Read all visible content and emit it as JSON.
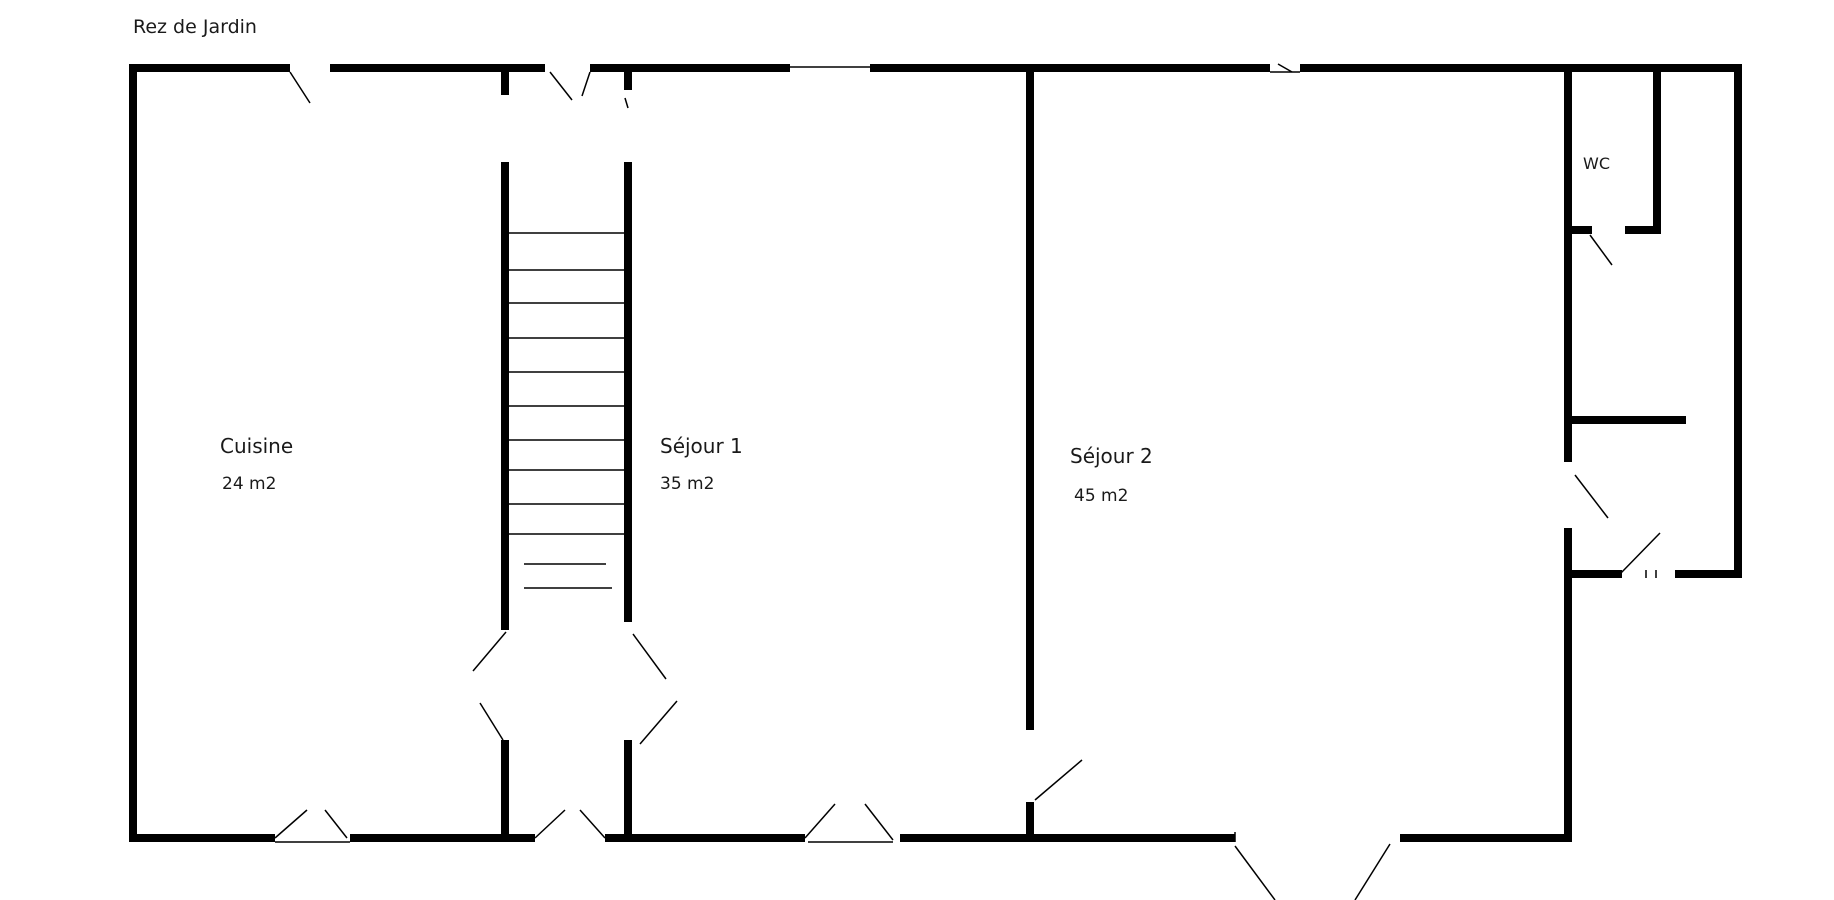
{
  "plan": {
    "title": "Rez de Jardin",
    "rooms": {
      "cuisine": {
        "name": "Cuisine",
        "area": "24 m2"
      },
      "sejour1": {
        "name": "Séjour 1",
        "area": "35 m2"
      },
      "sejour2": {
        "name": "Séjour 2",
        "area": "45 m2"
      },
      "wc": {
        "name": "WC"
      }
    },
    "colors": {
      "wall": "#000000",
      "background": "#ffffff"
    }
  }
}
